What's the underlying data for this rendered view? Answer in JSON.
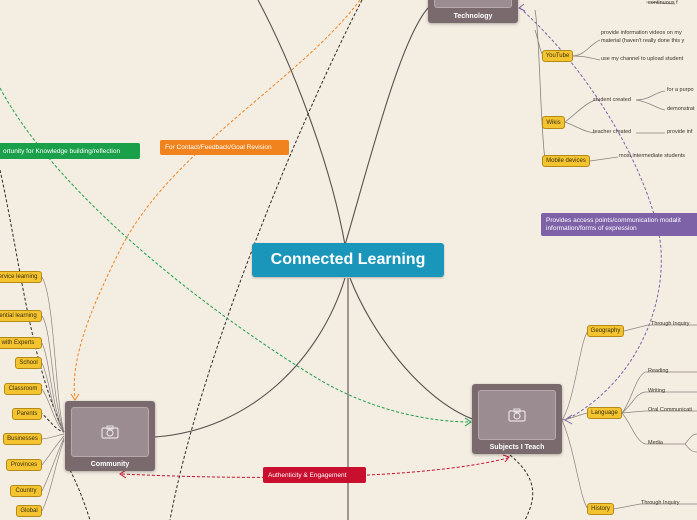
{
  "title": "Connected Learning",
  "hubs": {
    "technology": "Technology",
    "community": "Community",
    "subjects": "Subjects I Teach"
  },
  "icons": {
    "hub_image": "camera-icon"
  },
  "tags": {
    "contact": "For Contact/Feedback/Goal Revision",
    "opportunity": "ortunity for Knowledge building/reflection",
    "authenticity": "Authenticity & Engagement",
    "access": "Provides access points/communication modalit information/forms of expression"
  },
  "technology": {
    "youtube": "YouTube",
    "youtube_leaves": [
      "provide information videos on my",
      "material (haven't really done this y",
      "use my channel to upload student"
    ],
    "wikis": "Wikis",
    "wiki_leaves": [
      "student created",
      "teacher created",
      "for a purpo",
      "demonstrat",
      "provide inf"
    ],
    "mobile": "Mobile devices",
    "mobile_leaf": "most intermediate students",
    "top_leaf": "continuous f"
  },
  "community": {
    "items": [
      "ervice learning",
      "ential learning",
      "with Experts",
      "School",
      "Classroom",
      "Parents",
      "Businesses",
      "Provinces",
      "Country",
      "Global"
    ]
  },
  "subjects": {
    "geography": "Geography",
    "geography_leaf": "Through Inquiry",
    "language": "Language",
    "language_leaves": [
      "Reading",
      "Writing",
      "Oral Communicati",
      "Media"
    ],
    "history": "History",
    "history_leaf": "Through Inquiry"
  },
  "colors": {
    "center": "#1a96bb",
    "hub": "#7a6a6e",
    "yellow": "#f4c430",
    "orange": "#f0831e",
    "green": "#1aa04a",
    "red": "#c8102e",
    "purple": "#7e62a8"
  }
}
